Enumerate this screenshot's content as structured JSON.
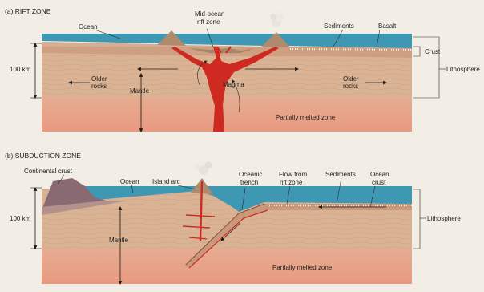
{
  "panels": {
    "rift": {
      "title": "(a) RIFT ZONE",
      "labels": {
        "ocean": "Ocean",
        "mid_ocean_line1": "Mid-ocean",
        "mid_ocean_line2": "rift zone",
        "sediments": "Sediments",
        "basalt": "Basalt",
        "crust": "Crust",
        "lithosphere": "Lithosphere",
        "depth": "100 km",
        "older_rocks_left_line1": "Older",
        "older_rocks_left_line2": "rocks",
        "older_rocks_right_line1": "Older",
        "older_rocks_right_line2": "rocks",
        "mantle": "Mantle",
        "magma": "Magma",
        "partially_melted": "Partially melted zone"
      }
    },
    "subduction": {
      "title": "(b) SUBDUCTION ZONE",
      "labels": {
        "continental_crust": "Continental crust",
        "ocean": "Ocean",
        "island_arc": "Island arc",
        "oceanic_trench_line1": "Oceanic",
        "oceanic_trench_line2": "trench",
        "flow_line1": "Flow from",
        "flow_line2": "rift zone",
        "sediments": "Sediments",
        "ocean_crust_line1": "Ocean",
        "ocean_crust_line2": "crust",
        "depth": "100 km",
        "mantle": "Mantle",
        "lithosphere": "Lithosphere",
        "partially_melted": "Partially melted zone"
      }
    }
  },
  "colors": {
    "ocean": "#3e98b4",
    "lithosphere": "#d7b190",
    "mantle_melted": "#e2a48c",
    "magma": "#cf2a22",
    "volcano": "#b08a6c",
    "continent": "#8a6a72",
    "arrow": "#1a1a1a"
  }
}
